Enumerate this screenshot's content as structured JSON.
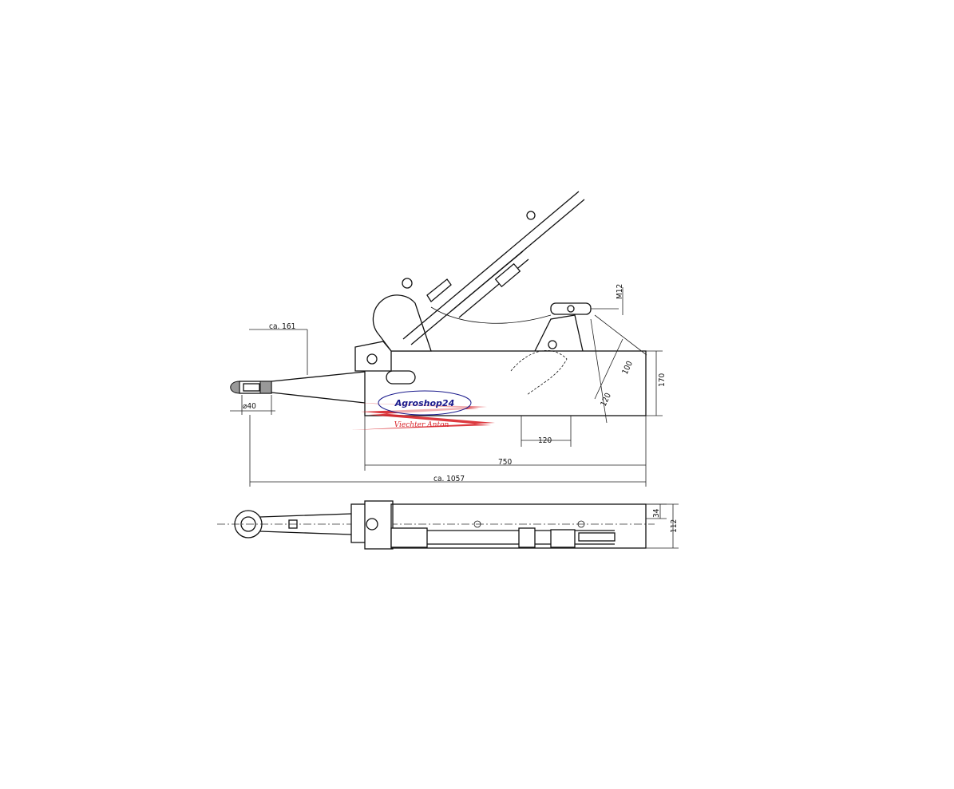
{
  "drawing": {
    "side_view_dimensions": {
      "overhang": "ca. 161",
      "eye_diameter": "⌀40",
      "frame_height": "170",
      "bracket_width": "120",
      "bracket_diag_a": "120",
      "bracket_diag_b": "100",
      "bolt": "M12",
      "frame_length": "750",
      "overall_length": "ca. 1057"
    },
    "top_view_dimensions": {
      "inner_width": "34",
      "outer_width": "112"
    },
    "watermark": {
      "shop": "Agroshop24",
      "owner": "Viechter Anton",
      "colors": {
        "ellipse": "#1a1a8c",
        "swoosh": "#d8242a"
      }
    }
  }
}
